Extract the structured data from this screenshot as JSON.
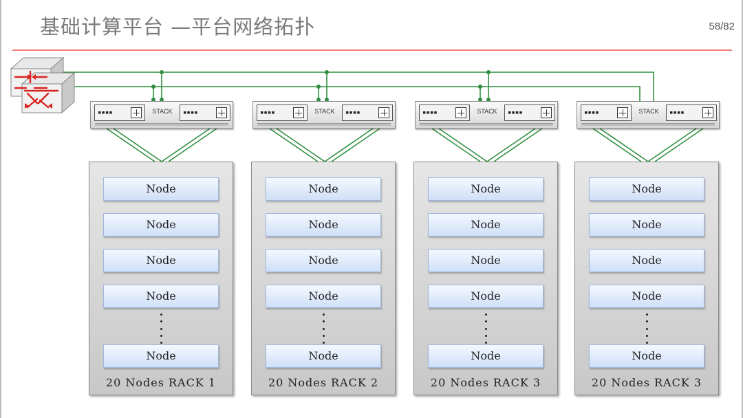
{
  "slide": {
    "title": "基础计算平台 —平台网络拓扑",
    "page": "58/82"
  },
  "colors": {
    "link": "#2f8f3f",
    "rule": "#f07a7a",
    "node_fill": "#cfe0f7"
  },
  "switch": {
    "stack_label": "STACK",
    "ports_glyph": "▪▪▪▪"
  },
  "racks": [
    {
      "label": "20 Nodes RACK 1",
      "nodes": [
        "Node",
        "Node",
        "Node",
        "Node",
        "Node"
      ]
    },
    {
      "label": "20 Nodes RACK 2",
      "nodes": [
        "Node",
        "Node",
        "Node",
        "Node",
        "Node"
      ]
    },
    {
      "label": "20 Nodes RACK 3",
      "nodes": [
        "Node",
        "Node",
        "Node",
        "Node",
        "Node"
      ]
    },
    {
      "label": "20 Nodes RACK 3",
      "nodes": [
        "Node",
        "Node",
        "Node",
        "Node",
        "Node"
      ]
    }
  ]
}
